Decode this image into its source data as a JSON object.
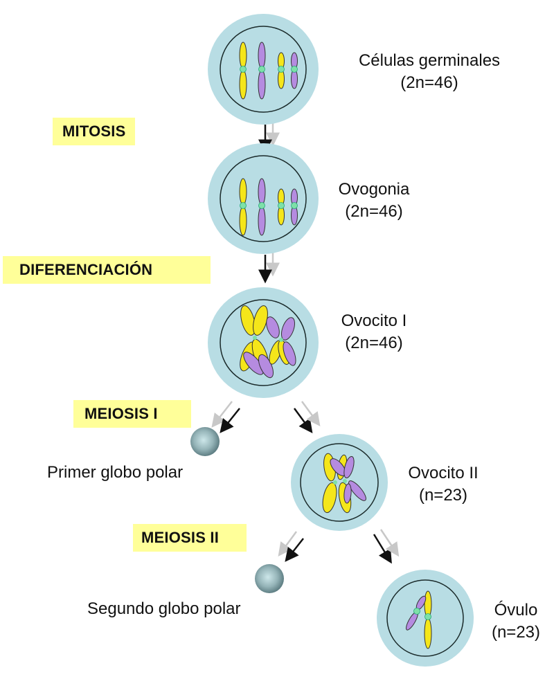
{
  "colors": {
    "cytoplasm": "#b8dde4",
    "nucleus_outline": "#1a2a2a",
    "chromosome_maternal": "#f5e61a",
    "chromosome_paternal": "#b58be0",
    "centromere": "#7ee0a8",
    "stage_label_bg": "#ffff99",
    "arrow_primary": "#111111",
    "arrow_secondary": "#c8c8c8",
    "polar_body": "#7f9ea3"
  },
  "stages": {
    "mitosis": "MITOSIS",
    "diferenciacion": "DIFERENCIACIÓN",
    "meiosis1": "MEIOSIS I",
    "meiosis2": "MEIOSIS II"
  },
  "cells": {
    "germinal": {
      "name": "Células germinales",
      "ploidy": "(2n=46)"
    },
    "ovogonia": {
      "name": "Ovogonia",
      "ploidy": "(2n=46)"
    },
    "ovocito1": {
      "name": "Ovocito I",
      "ploidy": "(2n=46)"
    },
    "ovocito2": {
      "name": "Ovocito II",
      "ploidy": "(n=23)"
    },
    "ovulo": {
      "name": "Óvulo",
      "ploidy": "(n=23)"
    }
  },
  "polar_bodies": {
    "first": "Primer globo polar",
    "second": "Segundo globo polar"
  }
}
